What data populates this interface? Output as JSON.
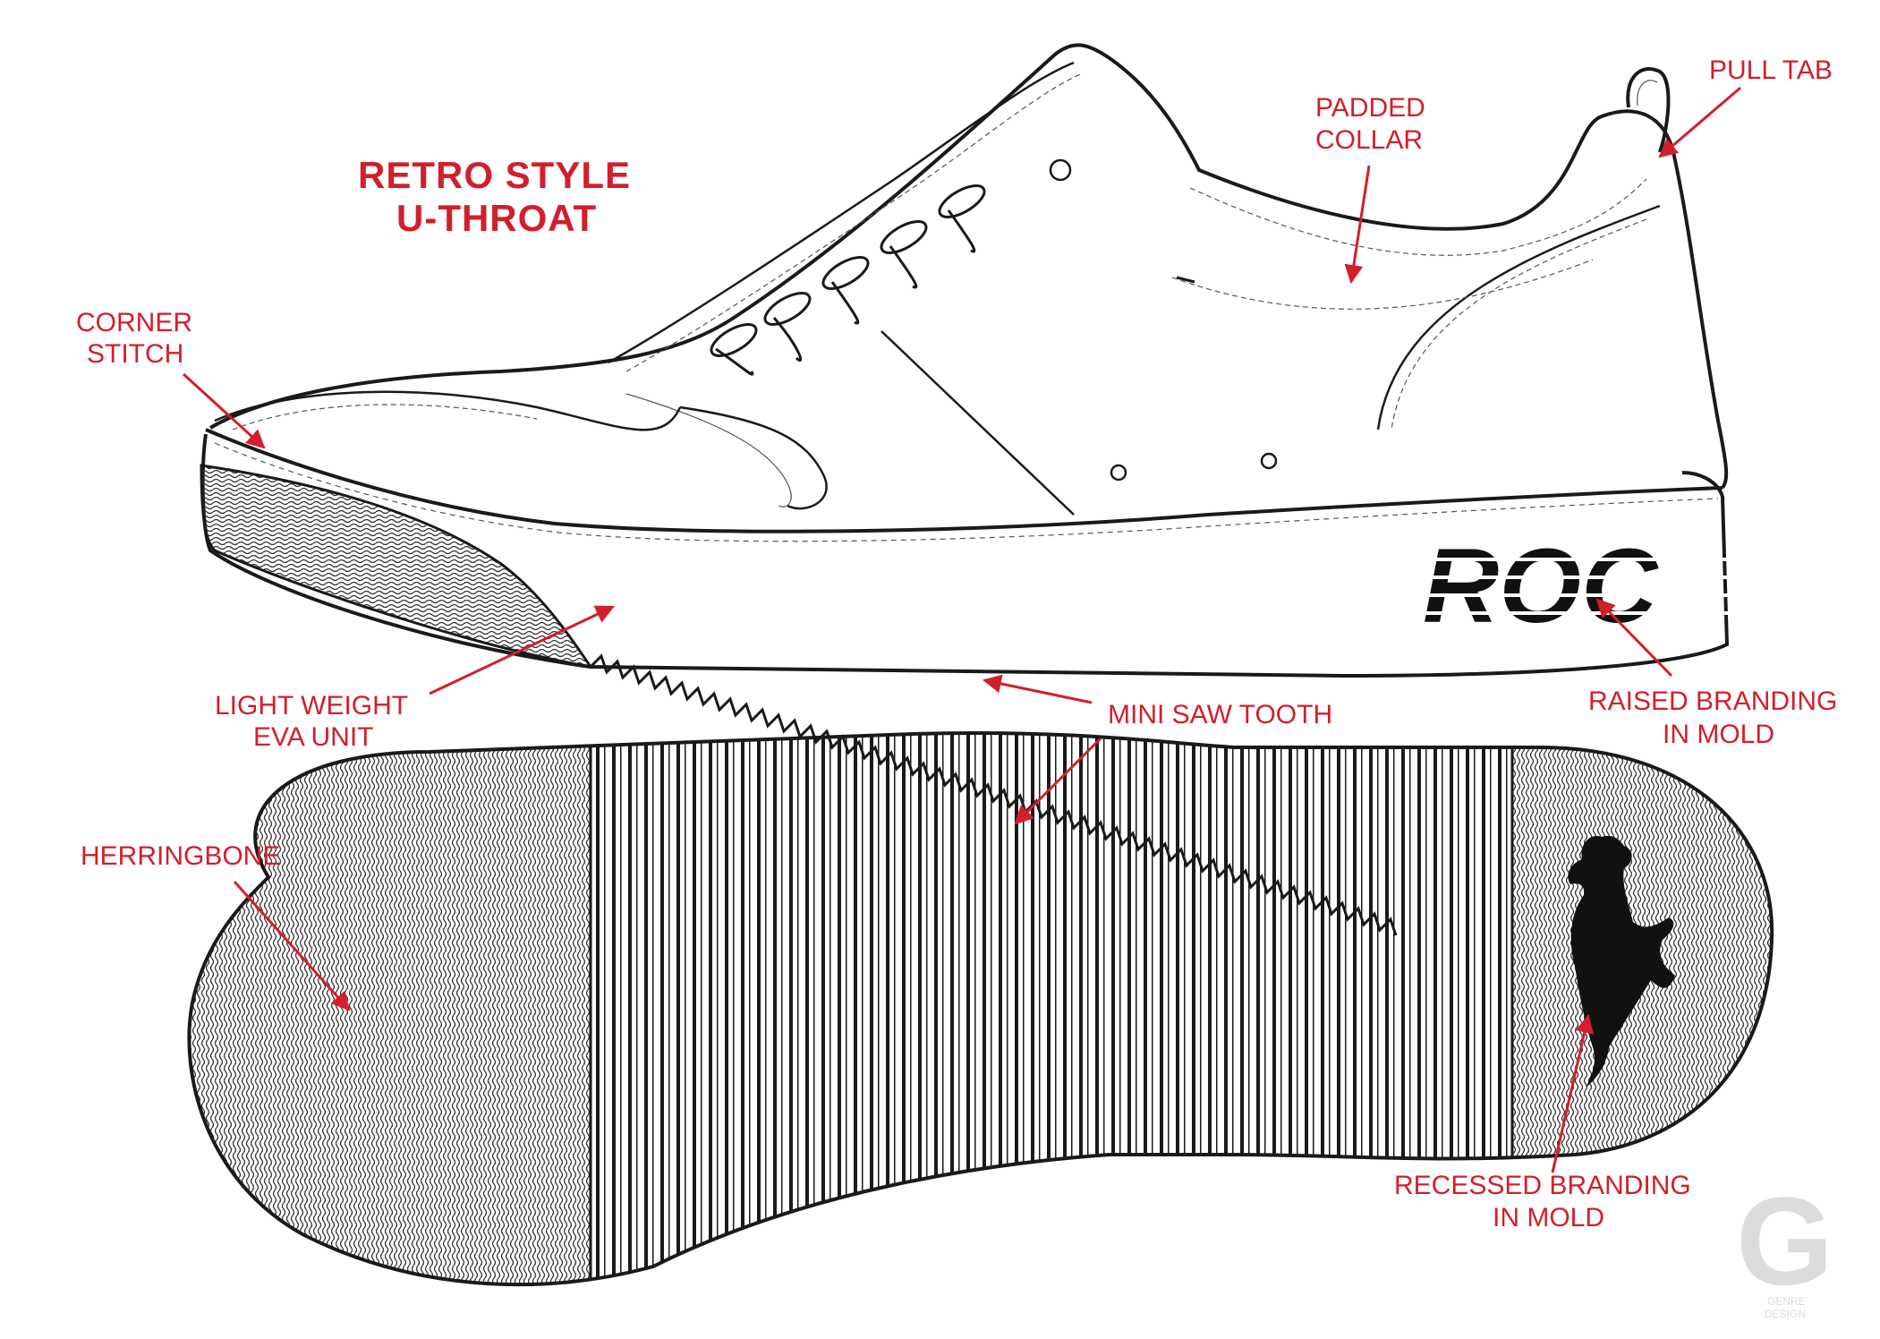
{
  "title": {
    "line1": "RETRO STYLE",
    "line2": "U-THROAT"
  },
  "labels": {
    "corner_stitch": [
      "CORNER",
      "STITCH"
    ],
    "padded_collar": [
      "PADDED",
      "COLLAR"
    ],
    "pull_tab": "PULL TAB",
    "light_weight": [
      "LIGHT WEIGHT",
      "EVA UNIT"
    ],
    "mini_saw_tooth": "MINI SAW TOOTH",
    "raised_branding": [
      "RAISED BRANDING",
      "IN MOLD"
    ],
    "herringbone": "HERRINGBONE",
    "recessed_branding": [
      "RECESSED BRANDING",
      "IN MOLD"
    ]
  },
  "brand_text": "ROC",
  "watermark": {
    "letter": "G",
    "line1": "GENRE",
    "line2": "DESIGN"
  },
  "colors": {
    "annotation": "#d21f2b",
    "ink": "#1a1a1a"
  }
}
